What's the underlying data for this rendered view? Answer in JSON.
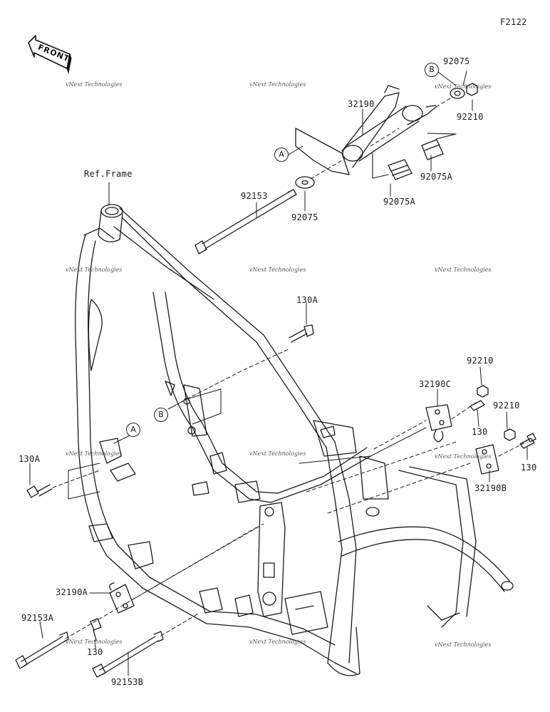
{
  "figure_code": "F2122",
  "front_label": "FRONT",
  "ref_frame": "Ref.Frame",
  "watermark": "vNext Technologies",
  "callouts": {
    "a1": "A",
    "a2": "A",
    "b1": "B",
    "b2": "B"
  },
  "parts": {
    "p92075_top": "92075",
    "p92210_top": "92210",
    "p32190": "32190",
    "p92075A_right": "92075A",
    "p92075A_left": "92075A",
    "p92075_mid": "92075",
    "p92153": "92153",
    "p130A_top": "130A",
    "p92210_r1": "92210",
    "p32190C": "32190C",
    "p92210_r2": "92210",
    "p130_r1": "130",
    "p130_r2": "130",
    "p32190B": "32190B",
    "p130A_left": "130A",
    "p32190A": "32190A",
    "p92153A": "92153A",
    "p130_bottom": "130",
    "p92153B": "92153B"
  }
}
